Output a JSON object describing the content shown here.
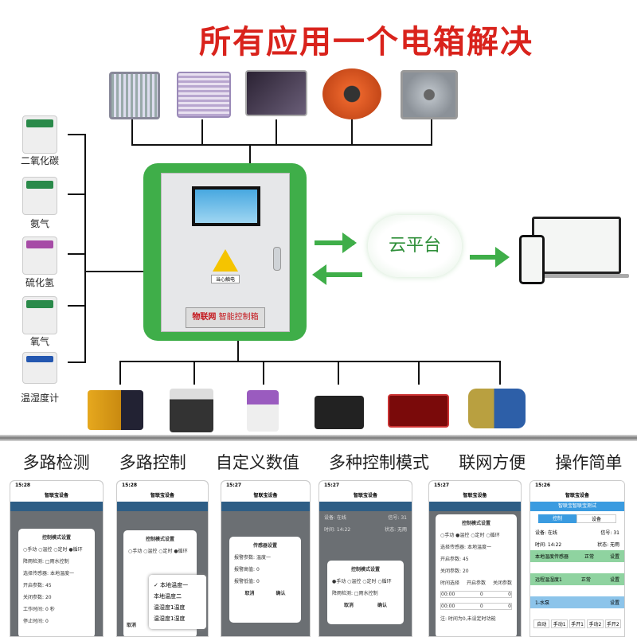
{
  "title": "所有应用一个电箱解决",
  "sensors": [
    {
      "label": "二氧化碳"
    },
    {
      "label": "氨气"
    },
    {
      "label": "硫化氢"
    },
    {
      "label": "氧气"
    },
    {
      "label": "温湿度计"
    }
  ],
  "cabinet": {
    "plate_brand": "物联网",
    "plate_text": "智能控制箱",
    "warning_text": "当心触电"
  },
  "cloud": {
    "label": "云平台"
  },
  "features": [
    "多路检测",
    "多路控制",
    "自定义数值",
    "多种控制模式",
    "联网方便",
    "操作简单"
  ],
  "phones": {
    "p1": {
      "time": "15:28",
      "title": "智联宝设备",
      "dialog_title": "控制模式设置",
      "modes": "○手动 ○温控 ○定时 ●循环",
      "rain": "降雨检测:",
      "rain_ctrl": "□雨水控制",
      "sensor_label": "选择传感器:",
      "sensor_val": "本地温度一",
      "open_label": "开启参数:",
      "open_val": "45",
      "close_label": "关闭参数:",
      "close_val": "20",
      "work_label": "工作时间:",
      "work_val": "0",
      "stop_label": "停止时间:",
      "stop_val": "0",
      "unit": "秒"
    },
    "p2": {
      "time": "15:28",
      "title": "智联宝设备",
      "dialog_title": "控制模式设置",
      "modes": "○手动 ○温控 ○定时 ●循环",
      "options": [
        "✓ 本地温度一",
        "本地温度二",
        "温湿度1温度",
        "温湿度1湿度"
      ],
      "cancel": "取消"
    },
    "p3": {
      "time": "15:27",
      "title": "智联宝设备",
      "dialog_title": "传感器设置",
      "alarm_param": "报警参数:",
      "alarm_val": "温度一",
      "alarm_high": "报警高值:",
      "alarm_low": "报警低值:",
      "zero": "0",
      "cancel": "取消",
      "confirm": "确认"
    },
    "p4": {
      "time": "15:27",
      "title": "智联宝设备",
      "device": "设备: 在线",
      "signal": "信号: 31",
      "clock": "时间: 14:22",
      "state": "状态: 无雨",
      "dialog_title": "控制模式设置",
      "modes": "●手动 ○温控 ○定时 ○循环",
      "rain": "降雨检测:",
      "rain_ctrl": "□雨水控制",
      "cancel": "取消",
      "confirm": "确认"
    },
    "p5": {
      "time": "15:27",
      "title": "智联宝设备",
      "dialog_title": "控制模式设置",
      "modes": "○手动 ●温控 ○定时 ○循环",
      "sensor_label": "选择传感器:",
      "sensor_val": "本地温度一",
      "open_label": "开启参数:",
      "open_val": "45",
      "close_label": "关闭参数:",
      "close_val": "20",
      "cols": [
        "时间选择",
        "开启参数",
        "关闭参数"
      ],
      "cell_time": "00:00",
      "cell_zero": "0",
      "note": "注: 时间为0,未设定时功能"
    },
    "p6": {
      "time": "15:26",
      "title": "智联宝设备",
      "bar": "智联宝智联宝测试",
      "tabs": [
        "控制",
        "设备"
      ],
      "device": "设备: 在线",
      "signal": "信号: 31",
      "clock": "时间: 14:22",
      "state": "状态: 无雨",
      "s1": "本地温度传感器",
      "s2": "远程温湿度1",
      "s3": "1-水泵",
      "ok": "正常",
      "set": "设置",
      "btns": [
        "自动",
        "手动1",
        "手开1",
        "手动2",
        "手开2"
      ]
    }
  }
}
